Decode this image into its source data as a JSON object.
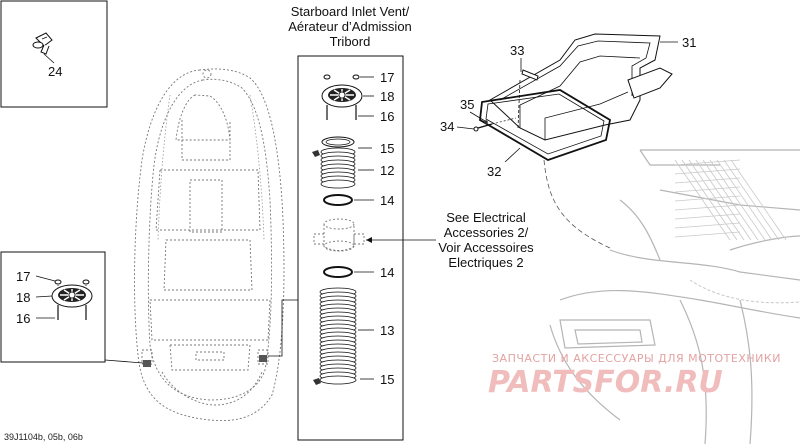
{
  "title": {
    "line1": "Starboard Inlet Vent/",
    "line2": "Aérateur d’Admission",
    "line3": "Tribord"
  },
  "note": {
    "line1": "See Electrical",
    "line2": "Accessories 2/",
    "line3": "Voir Accessoires",
    "line4": "Electriques 2"
  },
  "callouts": {
    "c24": "24",
    "c17a": "17",
    "c18a": "18",
    "c16a": "16",
    "c15a": "15",
    "c12": "12",
    "c14a": "14",
    "c14b": "14",
    "c13": "13",
    "c15b": "15",
    "c17b": "17",
    "c18b": "18",
    "c16b": "16",
    "c33": "33",
    "c31": "31",
    "c35": "35",
    "c34": "34",
    "c32": "32"
  },
  "diagram_code": "39J1104b, 05b, 06b",
  "watermark": {
    "line1": "ЗАПЧАСТИ И АКСЕССУАРЫ ДЛЯ МОТОТЕХНИКИ",
    "line2": "PARTSFOR.RU"
  }
}
